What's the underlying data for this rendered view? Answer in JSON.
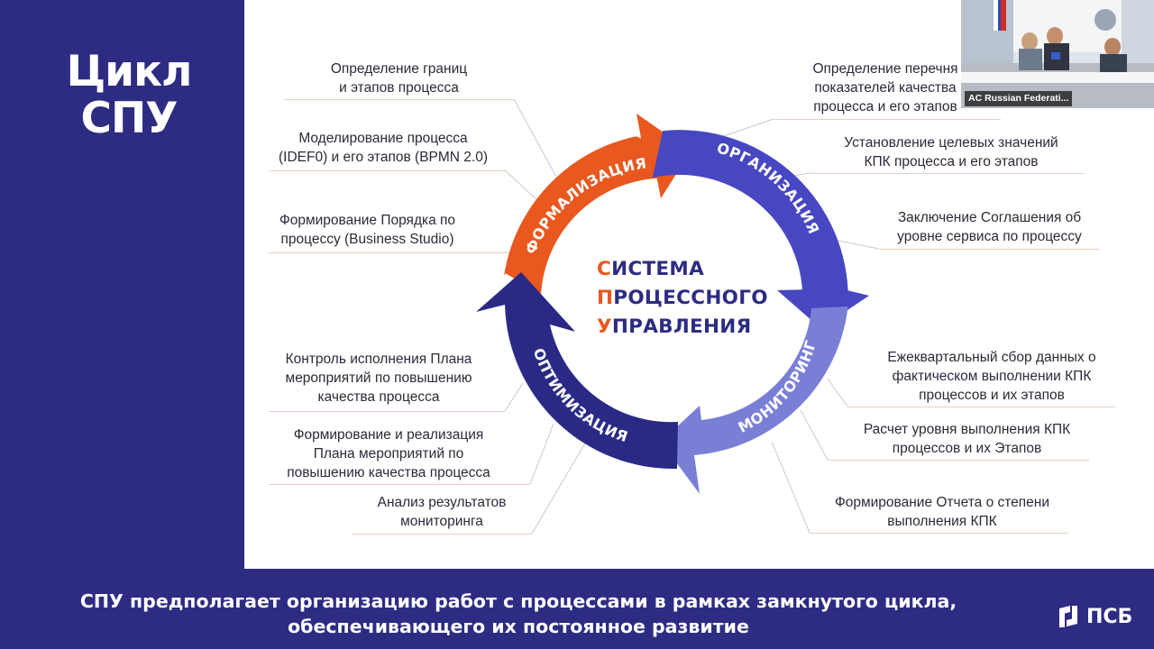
{
  "title": "Цикл\nСПУ",
  "colors": {
    "navy": "#2d2c82",
    "orange": "#e8581f",
    "blue": "#4747c2",
    "light_blue": "#7a7fd6",
    "dark_blue": "#2a2a86"
  },
  "center": {
    "line1_first": "С",
    "line1_rest": "ИСТЕМА",
    "line2_first": "П",
    "line2_rest": "РОЦЕССНОГО",
    "line3_first": "У",
    "line3_rest": "ПРАВЛЕНИЯ"
  },
  "cycle": [
    {
      "stage": "ФОРМАЛИЗАЦИЯ",
      "color": "#e8581f"
    },
    {
      "stage": "ОРГАНИЗАЦИЯ",
      "color": "#4747c2"
    },
    {
      "stage": "МОНИТОРИНГ",
      "color": "#7a7fd6"
    },
    {
      "stage": "ОПТИМИЗАЦИЯ",
      "color": "#2a2a86"
    }
  ],
  "labels": {
    "formalization": [
      "Определение границ\nи этапов процесса",
      "Моделирование процесса\n(IDEF0) и его этапов (BPMN 2.0)",
      "Формирование Порядка по\nпроцессу (Business Studio)"
    ],
    "organization": [
      "Определение перечня\nпоказателей качества\nпроцесса и его этапов",
      "Установление целевых значений\nКПК процесса и его этапов",
      "Заключение Соглашения об\nуровне сервиса по процессу"
    ],
    "monitoring": [
      "Ежеквартальный сбор данных о\nфактическом выполнении КПК\nпроцессов и их этапов",
      "Расчет уровня выполнения КПК\nпроцессов и их Этапов",
      "Формирование Отчета о степени\nвыполнения КПК"
    ],
    "optimization": [
      "Контроль исполнения Плана\nмероприятий по повышению\nкачества процесса",
      "Формирование и реализация\nПлана мероприятий по\nповышению качества процесса",
      "Анализ результатов\nмониторинга"
    ]
  },
  "caption": "СПУ предполагает организацию работ с процессами в рамках замкнутого цикла,\nобеспечивающего их постоянное развитие",
  "brand": "ПСБ",
  "video": {
    "label": "AC Russian Federati..."
  }
}
